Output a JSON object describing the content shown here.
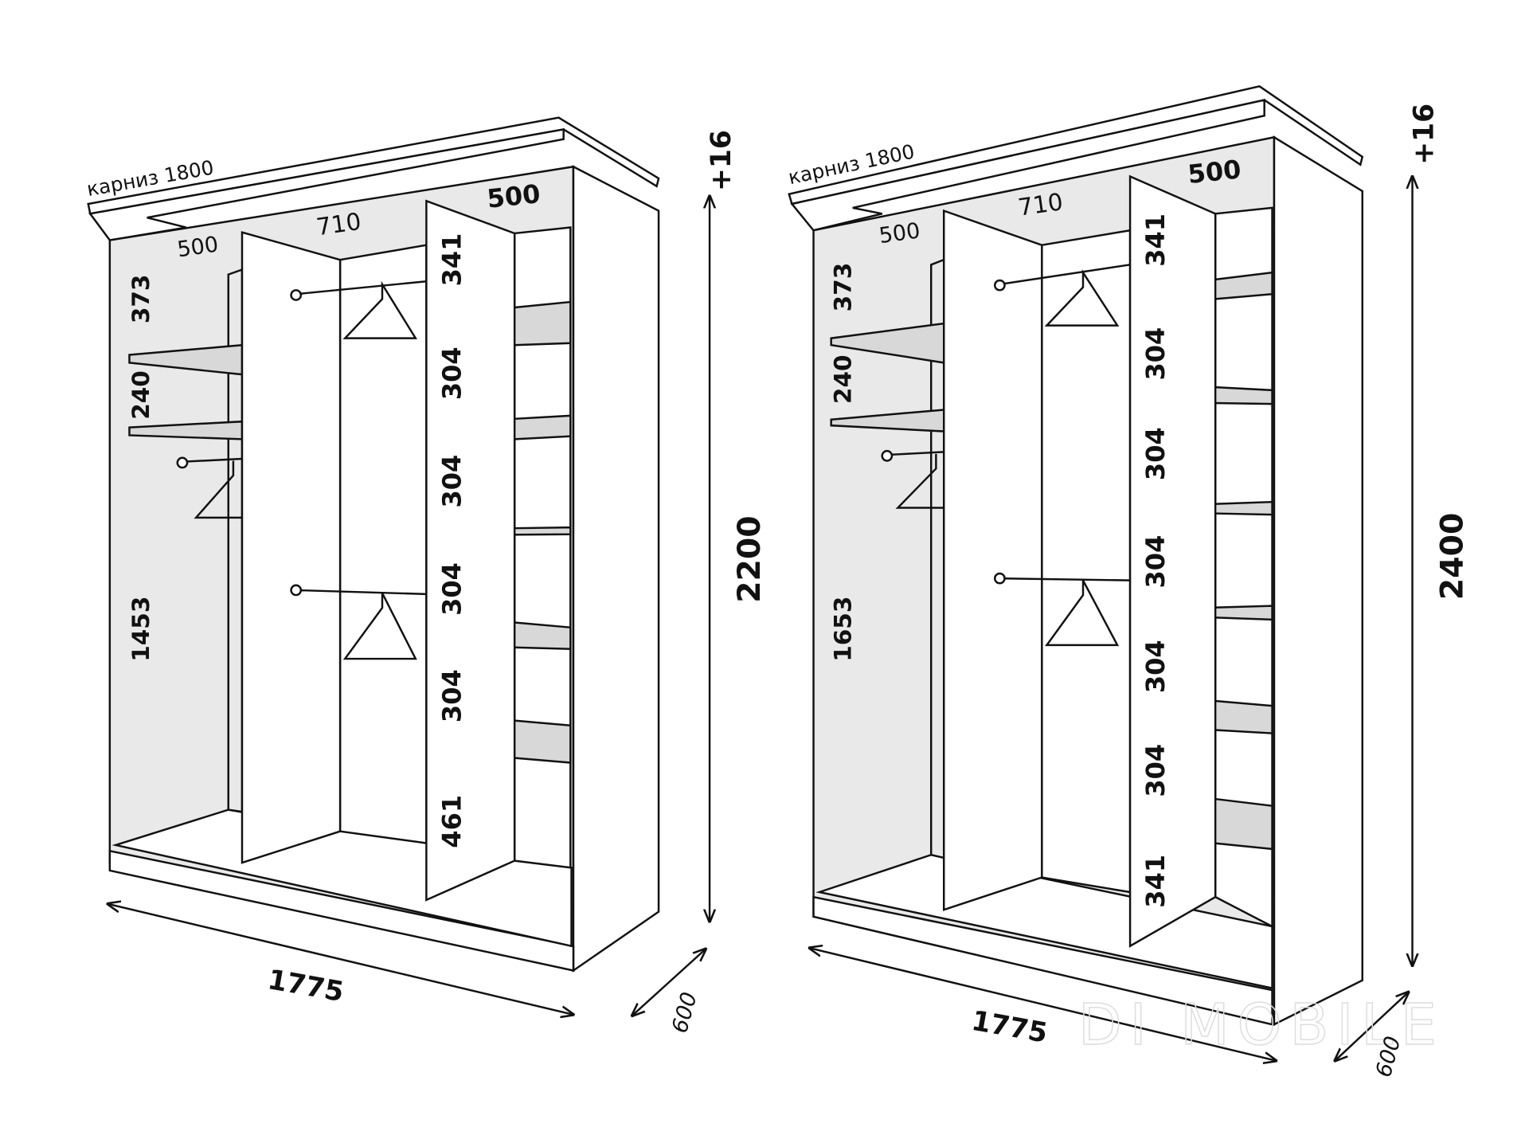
{
  "wardrobes": [
    {
      "cornice": "карниз 1800",
      "width": "1775",
      "depth": "600",
      "height": "2200",
      "cornice_offset": "+16",
      "top_depths": [
        "500",
        "710",
        "500"
      ],
      "left_section": [
        "373",
        "240",
        "1453"
      ],
      "right_section": [
        "341",
        "304",
        "304",
        "304",
        "304",
        "461"
      ]
    },
    {
      "cornice": "карниз 1800",
      "width": "1775",
      "depth": "600",
      "height": "2400",
      "cornice_offset": "+16",
      "top_depths": [
        "500",
        "710",
        "500"
      ],
      "left_section": [
        "373",
        "240",
        "1653"
      ],
      "right_section": [
        "341",
        "304",
        "304",
        "304",
        "304",
        "304",
        "341"
      ]
    }
  ],
  "watermark": "DI MOBILE"
}
